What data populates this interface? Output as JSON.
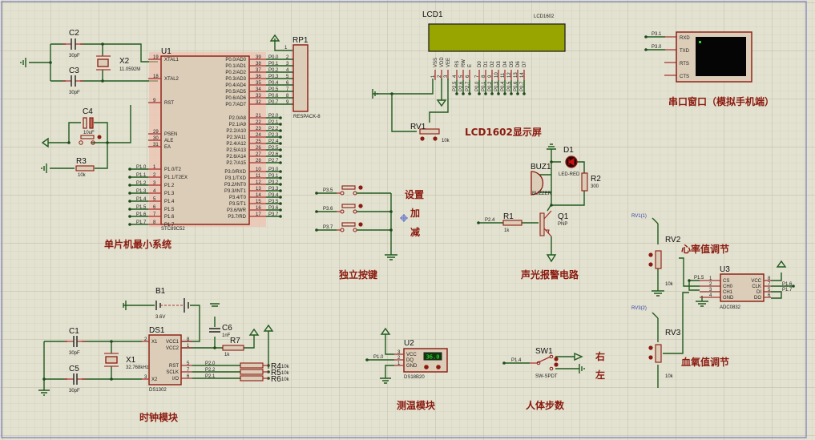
{
  "sheet": {
    "background": "#e3e1cf",
    "grid_color": "#c9c7b4",
    "border_color": "#8d8fbf"
  },
  "colors": {
    "wire": "#1f5b1f",
    "pin": "#a83232",
    "component_fill": "#dccdb8",
    "component_stroke": "#8b1a10",
    "lcd_screen": "#98a400",
    "section_title": "#8b1a10"
  },
  "mcu": {
    "ref": "U1",
    "part": "STC89C52",
    "left_pins": [
      {
        "num": "19",
        "name": "XTAL1"
      },
      {
        "num": "18",
        "name": "XTAL2"
      },
      {
        "num": "9",
        "name": "RST"
      },
      {
        "num": "29",
        "name": "PSEN"
      },
      {
        "num": "30",
        "name": "ALE"
      },
      {
        "num": "31",
        "name": "EA"
      },
      {
        "num": "1",
        "name": "P1.0/T2",
        "net": "P1.0"
      },
      {
        "num": "2",
        "name": "P1.1/T2EX",
        "net": "P1.1"
      },
      {
        "num": "3",
        "name": "P1.2",
        "net": "P1.2"
      },
      {
        "num": "4",
        "name": "P1.3",
        "net": "P1.3"
      },
      {
        "num": "5",
        "name": "P1.4",
        "net": "P1.4"
      },
      {
        "num": "6",
        "name": "P1.5",
        "net": "P1.5"
      },
      {
        "num": "7",
        "name": "P1.6",
        "net": "P1.6"
      },
      {
        "num": "8",
        "name": "P1.7",
        "net": "P1.7"
      }
    ],
    "right_pins": [
      {
        "num": "39",
        "name": "P0.0/AD0",
        "net": "P0.0"
      },
      {
        "num": "38",
        "name": "P0.1/AD1",
        "net": "P0.1"
      },
      {
        "num": "37",
        "name": "P0.2/AD2",
        "net": "P0.2"
      },
      {
        "num": "36",
        "name": "P0.3/AD3",
        "net": "P0.3"
      },
      {
        "num": "35",
        "name": "P0.4/AD4",
        "net": "P0.4"
      },
      {
        "num": "34",
        "name": "P0.5/AD5",
        "net": "P0.5"
      },
      {
        "num": "33",
        "name": "P0.6/AD6",
        "net": "P0.6"
      },
      {
        "num": "32",
        "name": "P0.7/AD7",
        "net": "P0.7"
      },
      {
        "num": "21",
        "name": "P2.0/A8",
        "net": "P2.0"
      },
      {
        "num": "22",
        "name": "P2.1/A9",
        "net": "P2.1"
      },
      {
        "num": "23",
        "name": "P2.2/A10",
        "net": "P2.2"
      },
      {
        "num": "24",
        "name": "P2.3/A11",
        "net": "P2.3"
      },
      {
        "num": "25",
        "name": "P2.4/A12",
        "net": "P2.4"
      },
      {
        "num": "26",
        "name": "P2.5/A13",
        "net": "P2.5"
      },
      {
        "num": "27",
        "name": "P2.6/A14",
        "net": "P2.6"
      },
      {
        "num": "28",
        "name": "P2.7/A15",
        "net": "P2.7"
      },
      {
        "num": "10",
        "name": "P3.0/RXD",
        "net": "P3.0"
      },
      {
        "num": "11",
        "name": "P3.1/TXD",
        "net": "P3.1"
      },
      {
        "num": "12",
        "name": "P3.2/INT0",
        "net": "P3.2"
      },
      {
        "num": "13",
        "name": "P3.3/INT1",
        "net": "P3.3"
      },
      {
        "num": "14",
        "name": "P3.4/T0",
        "net": "P3.4"
      },
      {
        "num": "15",
        "name": "P3.5/T1",
        "net": "P3.5"
      },
      {
        "num": "16",
        "name": "P3.6/WR",
        "net": "P3.6"
      },
      {
        "num": "17",
        "name": "P3.7/RD",
        "net": "P3.7"
      }
    ]
  },
  "crystal_x2": {
    "ref": "X2",
    "value": "11.0592M"
  },
  "cap_c2": {
    "ref": "C2",
    "value": "30pF"
  },
  "cap_c3": {
    "ref": "C3",
    "value": "30pF"
  },
  "cap_c4": {
    "ref": "C4",
    "value": "10uF"
  },
  "res_r3": {
    "ref": "R3",
    "value": "10k"
  },
  "respack": {
    "ref": "RP1",
    "part": "RESPACK-8",
    "pins": [
      "1",
      "2",
      "3",
      "4",
      "5",
      "6",
      "7",
      "8",
      "9"
    ]
  },
  "lcd": {
    "ref": "LCD1",
    "part": "LCD1602",
    "pins": [
      {
        "name": "VSS",
        "num": "1"
      },
      {
        "name": "VDD",
        "num": "2"
      },
      {
        "name": "VEE",
        "num": "3"
      },
      {
        "name": "RS",
        "num": "4",
        "net": "P2.5"
      },
      {
        "name": "RW",
        "num": "5",
        "net": "P2.6"
      },
      {
        "name": "E",
        "num": "6",
        "net": "P2.7"
      },
      {
        "name": "D0",
        "num": "7",
        "net": "P0.0"
      },
      {
        "name": "D1",
        "num": "8",
        "net": "P0.1"
      },
      {
        "name": "D2",
        "num": "9",
        "net": "P0.2"
      },
      {
        "name": "D3",
        "num": "10",
        "net": "P0.3"
      },
      {
        "name": "D4",
        "num": "11",
        "net": "P0.4"
      },
      {
        "name": "D5",
        "num": "12",
        "net": "P0.5"
      },
      {
        "name": "D6",
        "num": "13",
        "net": "P0.6"
      },
      {
        "name": "D7",
        "num": "14",
        "net": "P0.7"
      }
    ]
  },
  "pot_rv1": {
    "ref": "RV1",
    "value": "10k"
  },
  "terminal": {
    "pins": [
      {
        "name": "RXD",
        "net": "P3.1"
      },
      {
        "name": "TXD",
        "net": "P3.0"
      },
      {
        "name": "RTS"
      },
      {
        "name": "CTS"
      }
    ]
  },
  "keys": [
    {
      "net": "P3.5",
      "label": "设置"
    },
    {
      "net": "P3.6",
      "label": "加"
    },
    {
      "net": "P3.7",
      "label": "减"
    }
  ],
  "alarm": {
    "led": {
      "ref": "D1",
      "part": "LED-RED"
    },
    "buzzer": {
      "ref": "BUZ1",
      "part": "BUZZER"
    },
    "r2": {
      "ref": "R2",
      "value": "300"
    },
    "r1": {
      "ref": "R1",
      "value": "1k",
      "net": "P2.4"
    },
    "q1": {
      "ref": "Q1",
      "part": "PNP"
    }
  },
  "adc": {
    "ref": "U3",
    "part": "ADC0832",
    "left_pins": [
      {
        "num": "1",
        "name": "CS",
        "net": "P1.5"
      },
      {
        "num": "2",
        "name": "CH0"
      },
      {
        "num": "3",
        "name": "CH1"
      },
      {
        "num": "4",
        "name": "GND"
      }
    ],
    "right_pins": [
      {
        "num": "8",
        "name": "VCC"
      },
      {
        "num": "7",
        "name": "CLK",
        "net": "P1.6"
      },
      {
        "num": "5",
        "name": "DI",
        "net": "P1.7"
      },
      {
        "num": "6",
        "name": "DO"
      }
    ]
  },
  "pot_rv2": {
    "ref": "RV2",
    "value": "10k",
    "probe": "RV1(1)"
  },
  "pot_rv3": {
    "ref": "RV3",
    "value": "10k",
    "probe": "RV3(2)"
  },
  "rtc": {
    "ref": "DS1",
    "part": "DS1302",
    "left_pins": [
      {
        "num": "2",
        "name": "X1"
      },
      {
        "num": "3",
        "name": "X2"
      }
    ],
    "right_pins": [
      {
        "num": "8",
        "name": "VCC1"
      },
      {
        "num": "1",
        "name": "VCC2"
      },
      {
        "num": "5",
        "name": "RST",
        "net": "P2.0"
      },
      {
        "num": "7",
        "name": "SCLK",
        "net": "P2.2"
      },
      {
        "num": "6",
        "name": "I/O",
        "net": "P2.1"
      }
    ]
  },
  "battery": {
    "ref": "B1",
    "value": "3.6V"
  },
  "cap_c1": {
    "ref": "C1",
    "value": "30pF"
  },
  "cap_c5": {
    "ref": "C5",
    "value": "30pF"
  },
  "cap_c6": {
    "ref": "C6",
    "value": "1nF"
  },
  "crystal_x1": {
    "ref": "X1",
    "value": "32.768kHz"
  },
  "res_r7": {
    "ref": "R7",
    "value": "1k"
  },
  "pullups": [
    {
      "ref": "R4",
      "value": "10k"
    },
    {
      "ref": "R5",
      "value": "10k"
    },
    {
      "ref": "R6",
      "value": "10k"
    }
  ],
  "temp": {
    "ref": "U2",
    "part": "DS18B20",
    "reading": "36.0",
    "net": "P1.0",
    "pins": [
      {
        "num": "3",
        "name": "VCC"
      },
      {
        "num": "2",
        "name": "DQ"
      },
      {
        "num": "1",
        "name": "GND"
      }
    ]
  },
  "switch": {
    "ref": "SW1",
    "part": "SW-SPDT",
    "net": "P1.4",
    "labels": [
      "右",
      "左"
    ]
  },
  "section_titles": {
    "mcu": "单片机最小系统",
    "lcd": "LCD1602显示屏",
    "serial": "串口窗口（模拟手机端）",
    "keys": "独立按键",
    "alarm": "声光报警电路",
    "heart": "心率值调节",
    "spo2": "血氧值调节",
    "clock": "时钟模块",
    "temp": "测温模块",
    "steps": "人体步数"
  }
}
